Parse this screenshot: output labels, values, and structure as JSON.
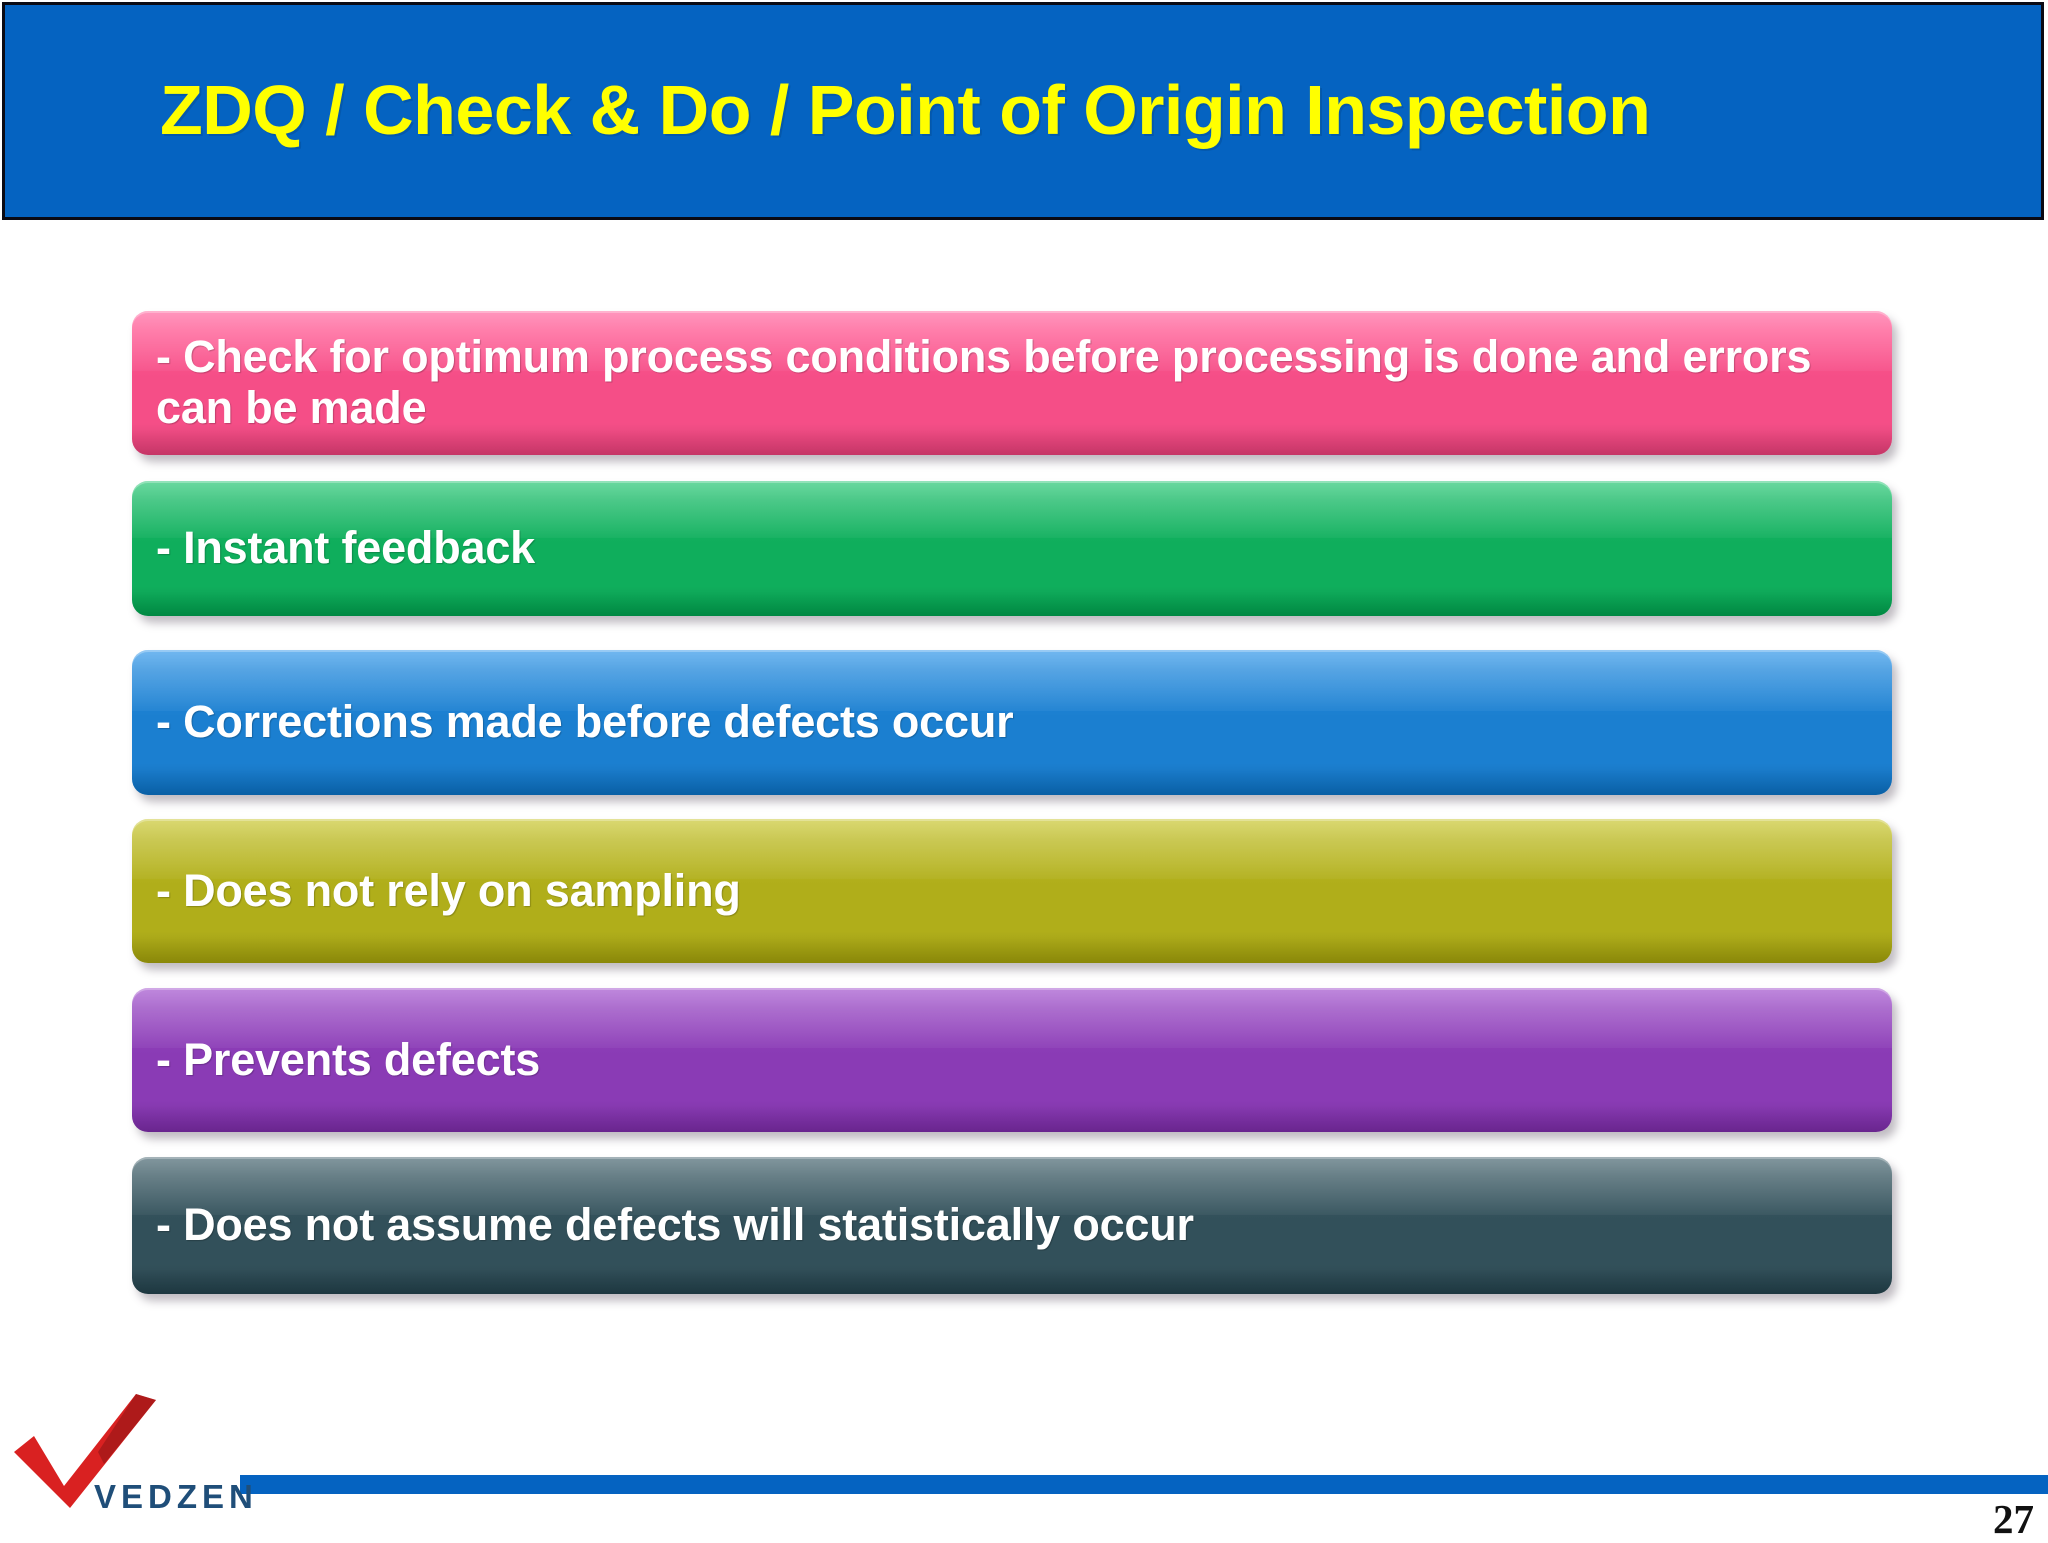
{
  "slide": {
    "title": "ZDQ / Check & Do / Point of Origin Inspection",
    "title_color": "#FFFF00",
    "title_background": "#0563C1",
    "background": "#FFFFFF"
  },
  "bars": [
    {
      "label": "- Check for optimum process conditions before processing is done and errors can be made",
      "color": "#F54E87",
      "color_name": "pink"
    },
    {
      "label": "- Instant feedback",
      "color": "#0FAE5C",
      "color_name": "green"
    },
    {
      "label": "- Corrections made before defects occur",
      "color": "#1B7FD0",
      "color_name": "blue"
    },
    {
      "label": "- Does not rely on sampling",
      "color": "#B0AE1A",
      "color_name": "olive"
    },
    {
      "label": "- Prevents defects",
      "color": "#8A3BB5",
      "color_name": "purple"
    },
    {
      "label": "- Does not assume defects will statistically occur",
      "color": "#32505A",
      "color_name": "dark-slate"
    }
  ],
  "footer": {
    "logo_word": "VEDZEN",
    "logo_check_color": "#D92121",
    "logo_word_color": "#1F4E79",
    "rule_color": "#0563C1",
    "page_number": "27"
  }
}
